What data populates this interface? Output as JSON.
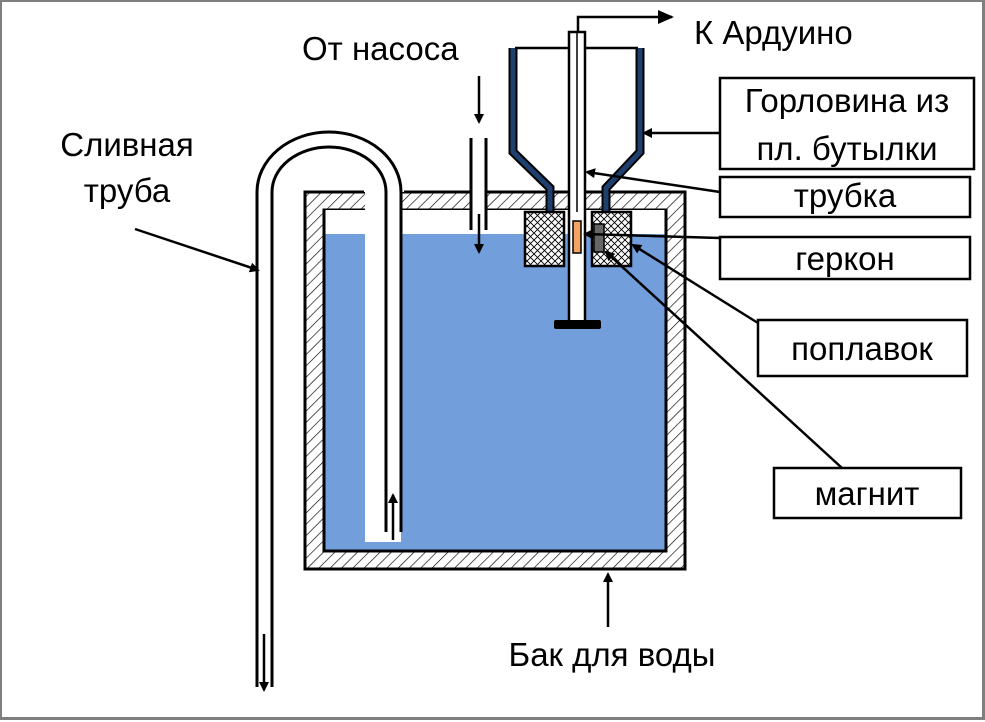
{
  "title": "Float level sensor with reed switch in water tank",
  "colors": {
    "water": "#729fdc",
    "bottle_neck": "#1f3f6e",
    "reed_switch": "#f4a460",
    "magnet": "#666666",
    "frame_border": "#7f7f7f"
  },
  "labels": {
    "to_arduino": "К Ардуино",
    "from_pump": "От насоса",
    "drain_pipe_line1": "Сливная",
    "drain_pipe_line2": "труба",
    "bottle_neck_line1": "Горловина из",
    "bottle_neck_line2": "пл. бутылки",
    "tube": "трубка",
    "reed_switch": "геркон",
    "float": "поплавок",
    "magnet": "магнит",
    "water_tank": "Бак для воды"
  }
}
